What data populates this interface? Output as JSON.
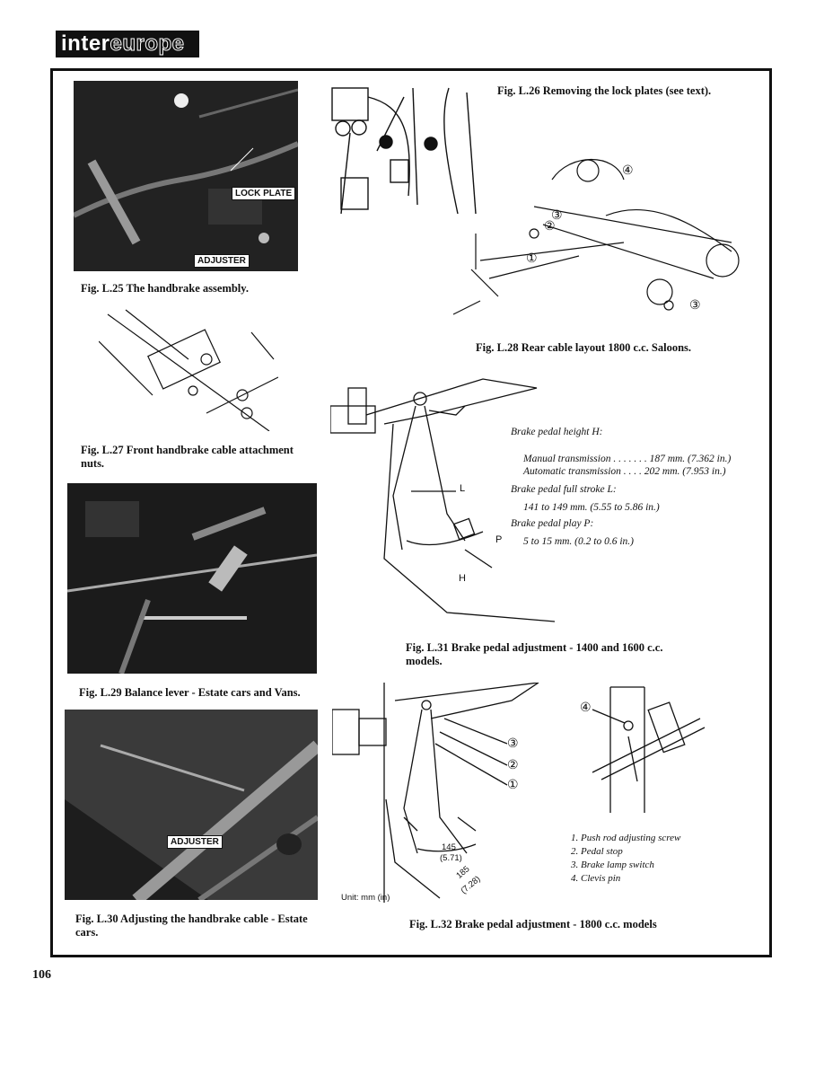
{
  "header": {
    "logo_part1": "inter",
    "logo_part2": "europe"
  },
  "figures": {
    "l25": {
      "caption": "Fig. L.25 The handbrake assembly.",
      "labels": [
        "LOCK PLATE",
        "ADJUSTER"
      ]
    },
    "l26": {
      "caption": "Fig. L.26 Removing the lock plates (see text)."
    },
    "l27": {
      "caption": "Fig. L.27 Front handbrake cable attachment nuts."
    },
    "l28": {
      "caption": "Fig. L.28 Rear cable layout 1800 c.c. Saloons.",
      "callouts": [
        "①",
        "②",
        "③",
        "④"
      ]
    },
    "l29": {
      "caption": "Fig. L.29 Balance lever - Estate cars and Vans."
    },
    "l30": {
      "caption": "Fig. L.30 Adjusting the handbrake cable - Estate cars.",
      "label": "ADJUSTER"
    },
    "l31": {
      "caption": "Fig. L.31 Brake pedal adjustment - 1400 and 1600 c.c. models.",
      "letters": {
        "l": "L",
        "p": "P",
        "h": "H"
      },
      "specs": [
        "Brake pedal height H:",
        "Manual transmission . . . . . . . 187 mm. (7.362 in.)",
        "Automatic transmission . . . . 202 mm. (7.953 in.)",
        "Brake pedal full stroke L:",
        "141 to 149 mm. (5.55 to 5.86 in.)",
        "Brake pedal play P:",
        "5 to 15 mm. (0.2 to 0.6 in.)"
      ]
    },
    "l32": {
      "caption": "Fig. L.32 Brake pedal adjustment - 1800 c.c. models",
      "dims": [
        "145",
        "(5.71)",
        "185",
        "(7.28)"
      ],
      "unit": "Unit: mm (in)",
      "callouts": [
        "③",
        "②",
        "①",
        "④"
      ],
      "legend": [
        "1. Push rod adjusting screw",
        "2. Pedal stop",
        "3. Brake lamp switch",
        "4. Clevis pin"
      ]
    }
  },
  "page_number": "106"
}
